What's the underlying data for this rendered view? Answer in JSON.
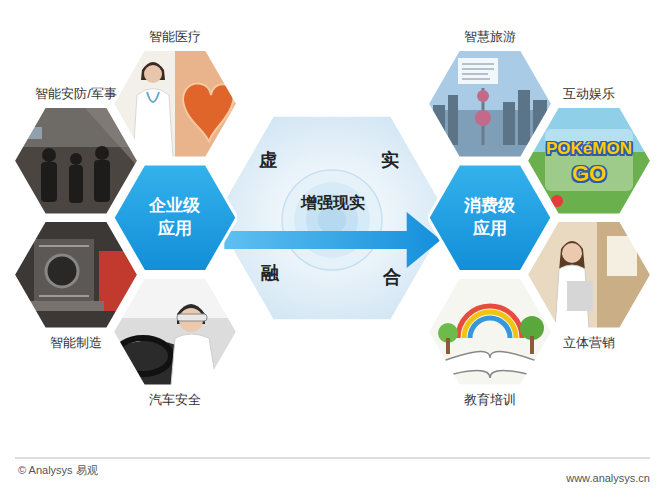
{
  "diagram": {
    "nodes": [
      {
        "text": [
          "智能医疗"
        ]
      },
      {
        "text": [
          "智能安防/军事"
        ]
      },
      {
        "text": [
          "企业级 应用"
        ]
      },
      {
        "text": [
          "智能制造"
        ]
      },
      {
        "text": [
          "汽车安全"
        ]
      },
      {
        "text": [
          "虚",
          "实",
          "融",
          "合"
        ]
      },
      {
        "text": [
          "智慧旅游"
        ]
      },
      {
        "text": [
          "互动娱乐"
        ]
      },
      {
        "text": [
          "消费级 应用"
        ]
      },
      {
        "text": [
          "立体营销"
        ]
      },
      {
        "text": [
          "教育培训"
        ]
      }
    ],
    "edges": [
      {
        "from": 2,
        "to": 8,
        "arrow": "to",
        "label": "增强现实"
      }
    ],
    "labels": [
      "POKéMON",
      "GO",
      "© Analysys 易观",
      "www.analysys.cn"
    ]
  }
}
